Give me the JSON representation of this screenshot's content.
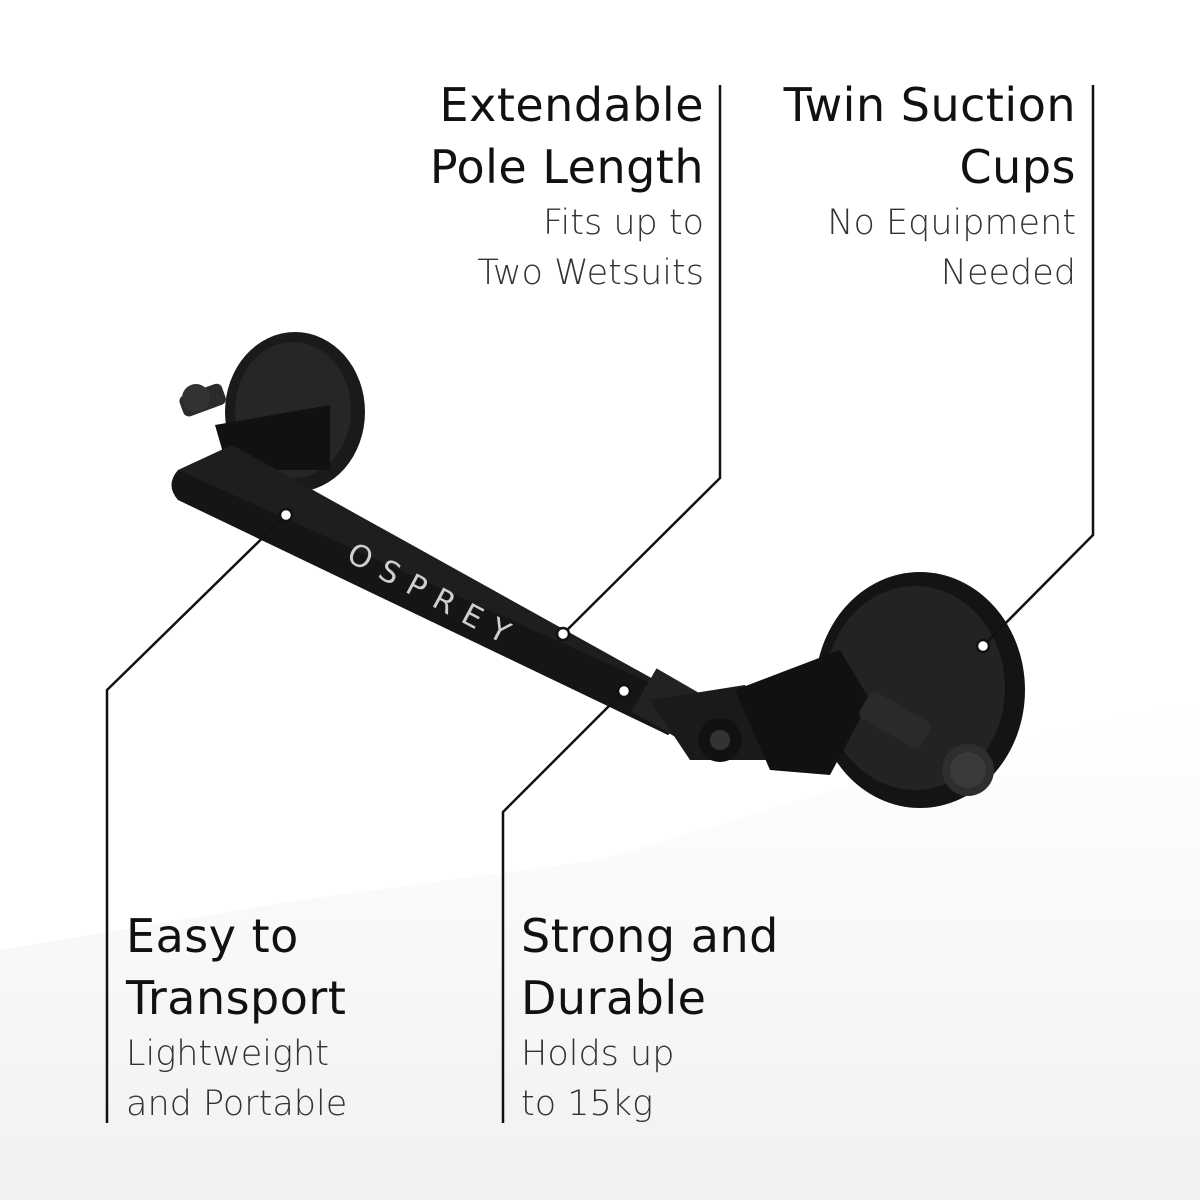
{
  "brand": {
    "logo_text": "OSPREY"
  },
  "callouts": {
    "extendable": {
      "title_line1": "Extendable",
      "title_line2": "Pole Length",
      "sub_line1": "Fits up to",
      "sub_line2": "Two Wetsuits"
    },
    "suction": {
      "title_line1": "Twin Suction",
      "title_line2": "Cups",
      "sub_line1": "No Equipment",
      "sub_line2": "Needed"
    },
    "transport": {
      "title_line1": "Easy to",
      "title_line2": "Transport",
      "sub_line1": "Lightweight",
      "sub_line2": "and Portable"
    },
    "durable": {
      "title_line1": "Strong and",
      "title_line2": "Durable",
      "sub_line1": "Holds up",
      "sub_line2": "to 15kg"
    }
  },
  "colors": {
    "text": "#111111",
    "product": "#1c1c1c",
    "background": "#ffffff"
  }
}
